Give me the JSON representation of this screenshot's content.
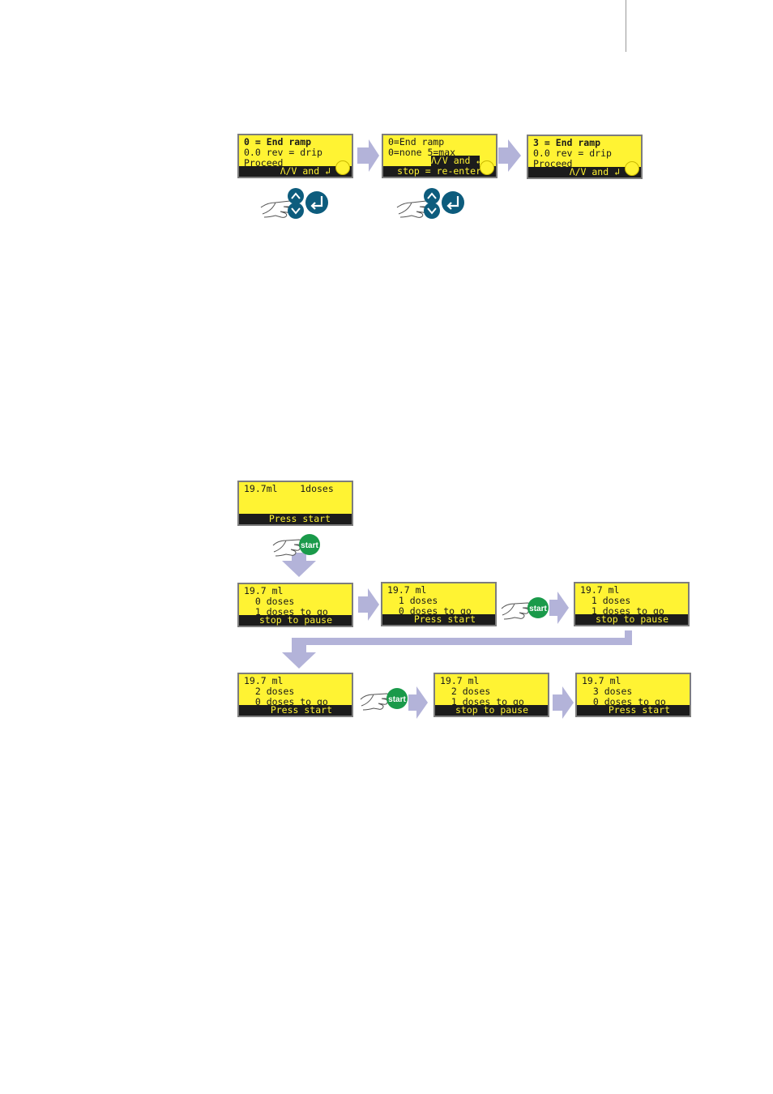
{
  "ramp_screens": [
    {
      "line1": "0 = End ramp",
      "line2": "0.0 rev = drip",
      "line3": "Proceed",
      "bar": "Λ/V and ↲"
    },
    {
      "line1": "0=End ramp",
      "line2": "0=none 5=max",
      "bar1": "Λ/V and ↲",
      "bar2": "stop = re-enter"
    },
    {
      "line1": "3 = End ramp",
      "line2": "0.0 rev = drip",
      "line3": "Proceed",
      "bar": "Λ/V and ↲"
    }
  ],
  "dose_start_screen": {
    "line1": "19.7ml    1doses",
    "bar": "Press start"
  },
  "dose_screens": [
    {
      "line1": "19.7 ml",
      "line2": "  0 doses",
      "line3": "  1 doses to go",
      "bar": "stop to pause"
    },
    {
      "line1": "19.7 ml",
      "line2": "  1 doses",
      "line3": "  0 doses to go",
      "bar": "Press start"
    },
    {
      "line1": "19.7 ml",
      "line2": "  1 doses",
      "line3": "  1 doses to go",
      "bar": "stop to pause"
    },
    {
      "line1": "19.7 ml",
      "line2": "  2 doses",
      "line3": "  0 doses to go",
      "bar": "Press start"
    },
    {
      "line1": "19.7 ml",
      "line2": "  2 doses",
      "line3": "  1 doses to go",
      "bar": "stop to pause"
    },
    {
      "line1": "19.7 ml",
      "line2": "  3 doses",
      "line3": "  0 doses to go",
      "bar": "Press start"
    }
  ],
  "start_button_label": "start",
  "colors": {
    "lcd_bg": "#fff333",
    "lcd_bar": "#1c1c1c",
    "arrow": "#b3b3d9",
    "key_blue": "#0d5c7d",
    "start_green": "#1a9a4a"
  }
}
